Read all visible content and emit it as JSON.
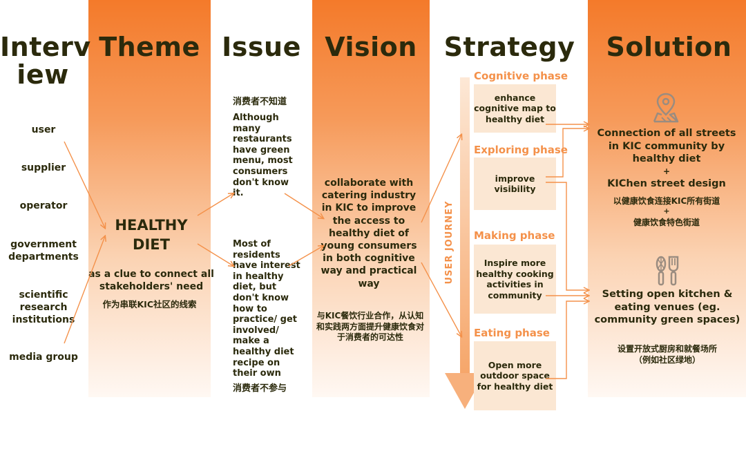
{
  "columns": {
    "interview": "Interv iew",
    "theme": "Theme",
    "issue": "Issue",
    "vision": "Vision",
    "strategy": "Strategy",
    "solution": "Solution"
  },
  "interview_items": [
    "user",
    "supplier",
    "operator",
    "government departments",
    "scientific research institutions",
    "media group"
  ],
  "theme": {
    "main": "HEALTHY DIET",
    "sub": "as a clue to connect all stakeholders' need",
    "cn": "作为串联KIC社区的线索"
  },
  "issue": {
    "cn1": "消费者不知道",
    "text1": "Although many restaurants have green menu, most consumers don't know it.",
    "text2": "Most of residents have interest in healthy diet, but don't know how to practice/ get involved/ make a healthy diet recipe on their own",
    "cn2": "消费者不参与"
  },
  "vision": {
    "text": "collaborate with catering industry in KIC to improve the access to healthy diet of young consumers in both cognitive way and practical way",
    "cn": "与KIC餐饮行业合作，从认知和实践两方面提升健康饮食对于消费者的可达性"
  },
  "strategy": {
    "journey_label": "USER JOURNEY",
    "phases": [
      {
        "name": "Cognitive phase",
        "text": "enhance cognitive map to healthy diet"
      },
      {
        "name": "Exploring phase",
        "text": "improve visibility"
      },
      {
        "name": "Making phase",
        "text": "Inspire more healthy  cooking activities in community"
      },
      {
        "name": "Eating phase",
        "text": "Open more outdoor space for healthy diet"
      }
    ]
  },
  "solution": {
    "s1_title": "Connection of all streets in KIC community by healthy diet",
    "plus1": "+",
    "s1_sub": "KIChen street design",
    "s1_cn1": "以健康饮食连接KIC所有街道",
    "plus2": "+",
    "s1_cn2": "健康饮食特色街道",
    "s2_title": "Setting open kitchen & eating venues (eg. community green spaces)",
    "s2_cn1": "设置开放式厨房和就餐场所",
    "s2_cn2": "（例如社区绿地）"
  },
  "icons": {
    "map": "map-pin-icon",
    "utensils": "whisk-spatula-icon"
  },
  "colors": {
    "orange": "#f47a2a",
    "arrow": "#f4914a",
    "text": "#2b2a0c"
  }
}
